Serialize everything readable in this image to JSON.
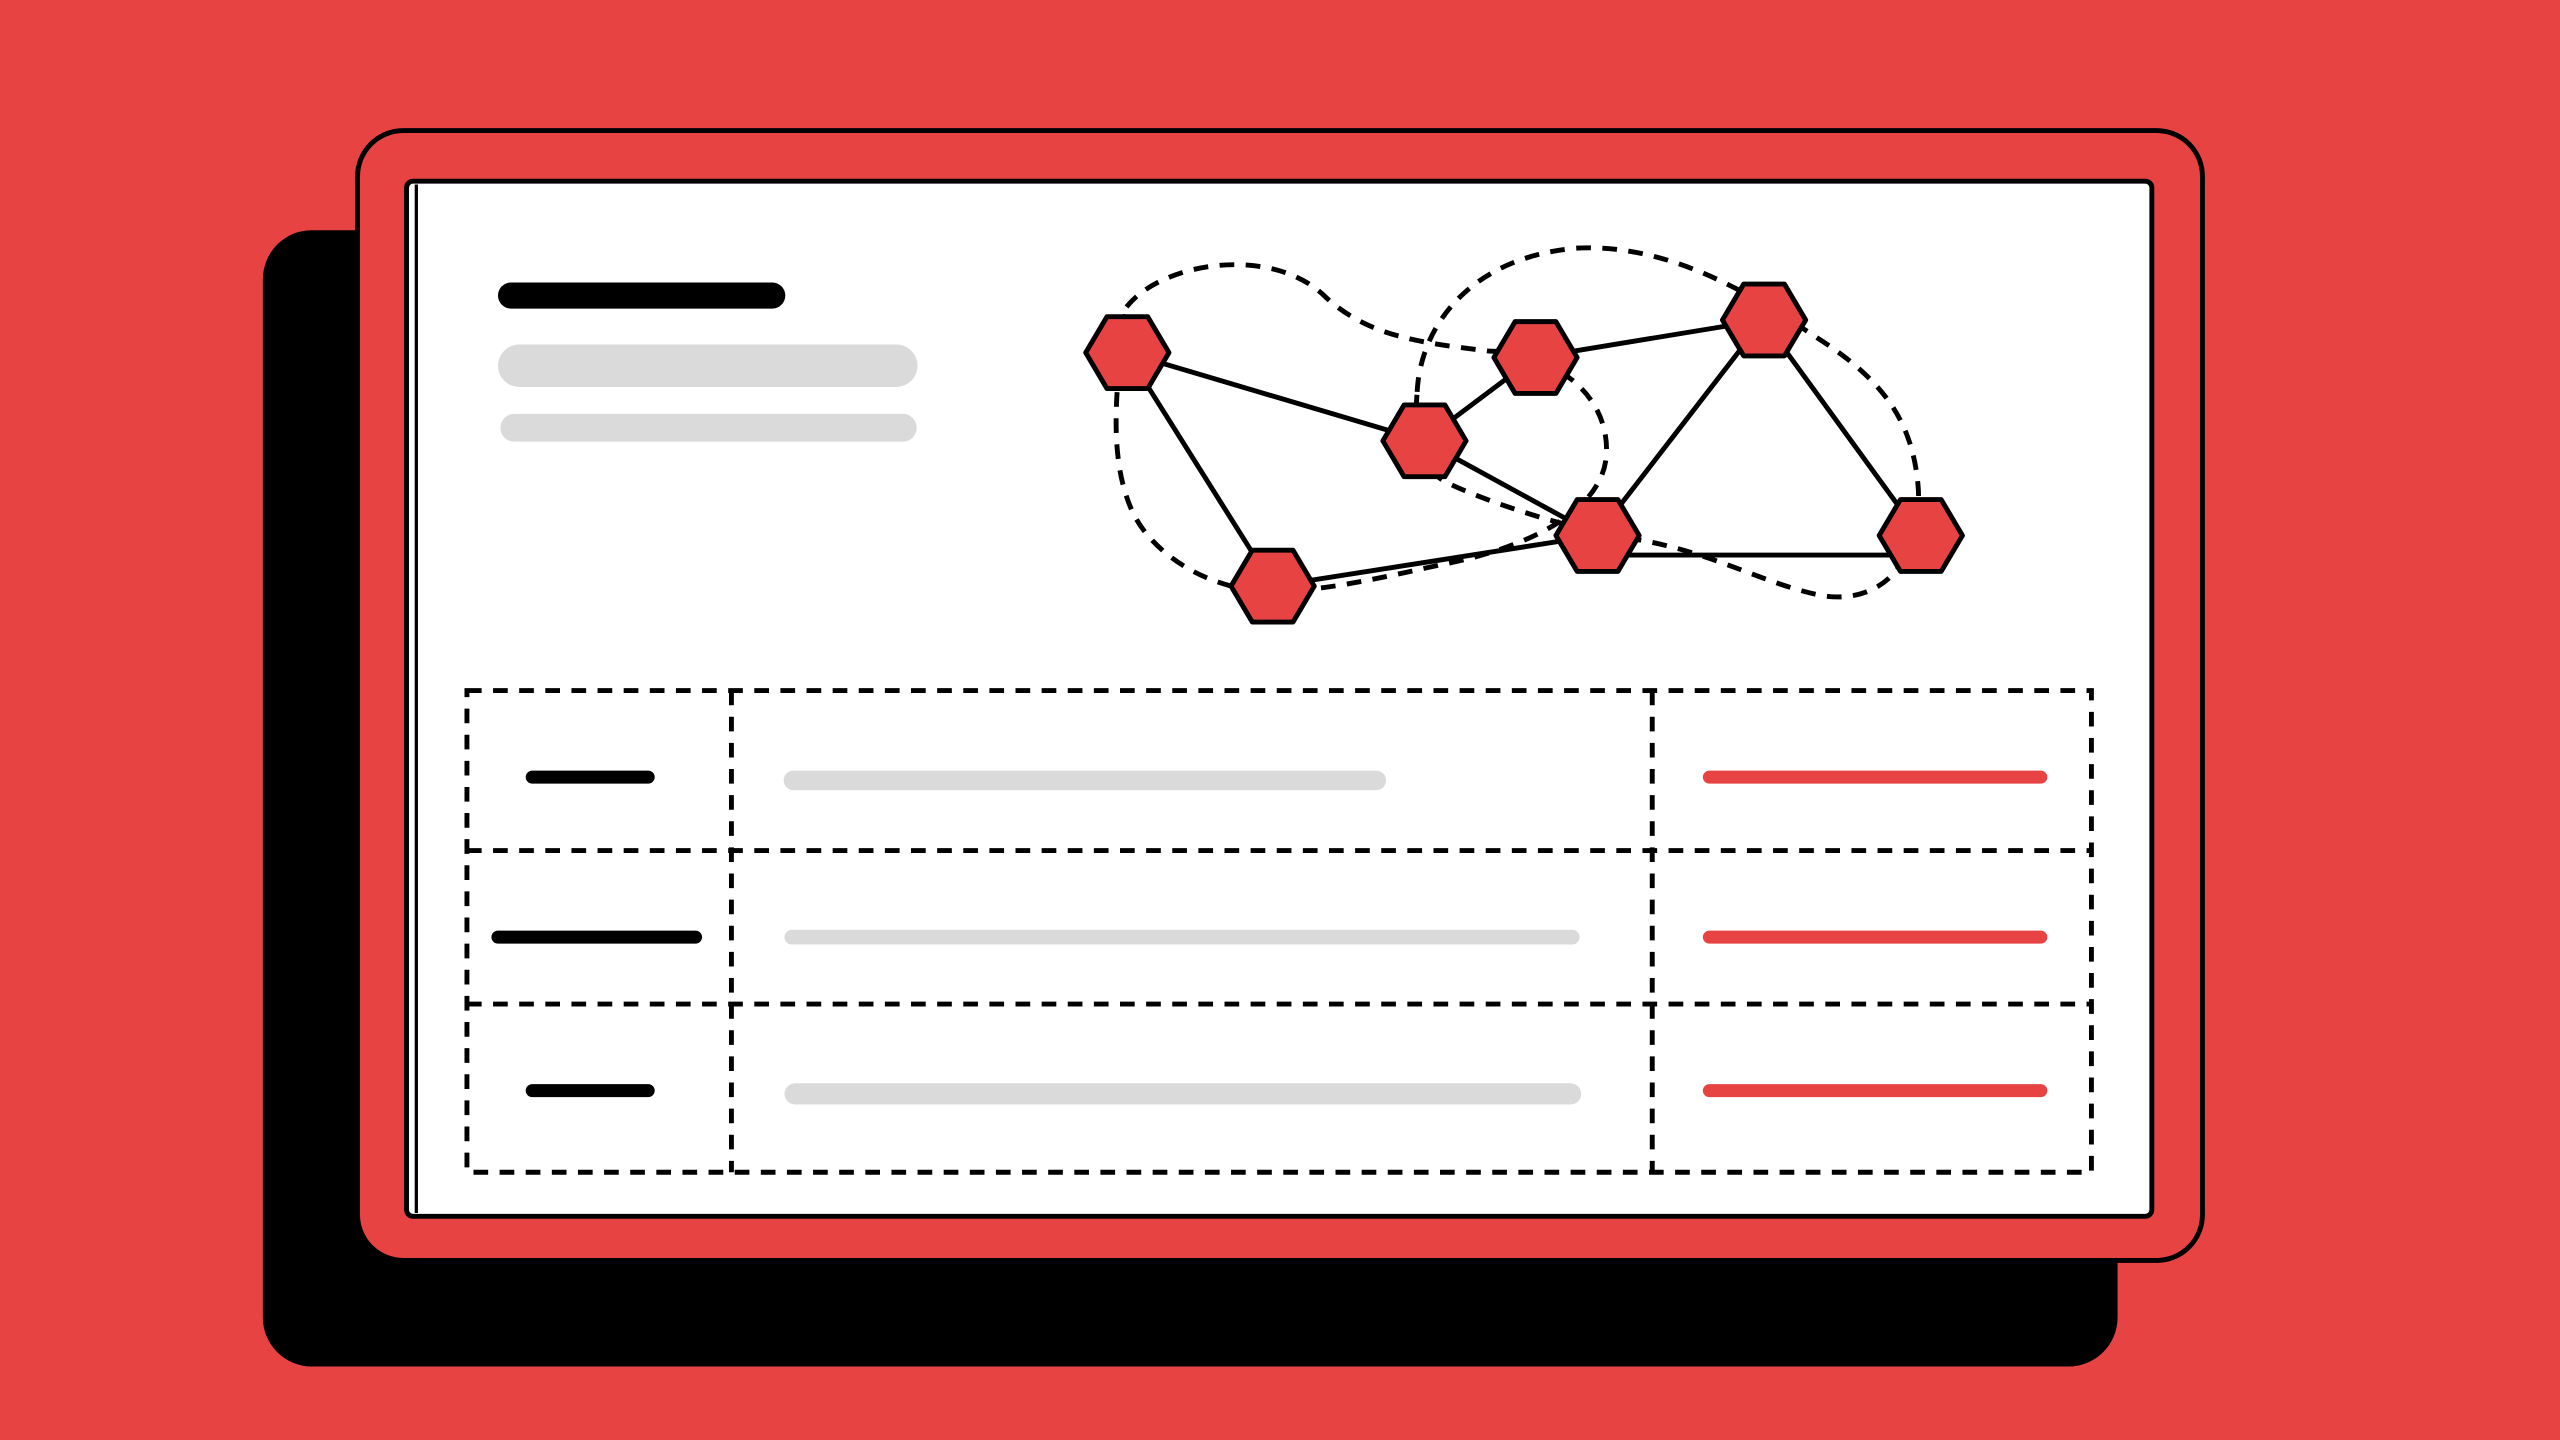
{
  "colors": {
    "background": "#E84343",
    "shadow": "#000000",
    "frame": "#E84343",
    "screen": "#FFFFFF",
    "outline": "#000000",
    "placeholder": "#DADADA",
    "accent": "#E84343"
  },
  "icons": {
    "node": "hexagon-icon"
  },
  "header": {
    "title_bar": "dark-placeholder-bar",
    "subtitle_bars": [
      "light-placeholder-bar",
      "light-placeholder-bar"
    ]
  },
  "network": {
    "nodes": [
      "n1",
      "n2",
      "n3",
      "n4",
      "n5",
      "n6",
      "n7",
      "n8"
    ],
    "links": [
      [
        "n1",
        "n3"
      ],
      [
        "n1",
        "n2"
      ],
      [
        "n2",
        "n6"
      ],
      [
        "n3",
        "n4"
      ],
      [
        "n3",
        "n6"
      ],
      [
        "n4",
        "n5"
      ],
      [
        "n5",
        "n6"
      ],
      [
        "n5",
        "n7"
      ],
      [
        "n6",
        "n7"
      ]
    ],
    "groups": 3
  },
  "table": {
    "columns": 3,
    "rows": [
      {
        "label": "dark-bar-short",
        "value": "light-bar-medium",
        "status": "accent-bar"
      },
      {
        "label": "dark-bar-long",
        "value": "light-bar-long",
        "status": "accent-bar"
      },
      {
        "label": "dark-bar-short",
        "value": "light-bar-long",
        "status": "accent-bar"
      }
    ]
  }
}
